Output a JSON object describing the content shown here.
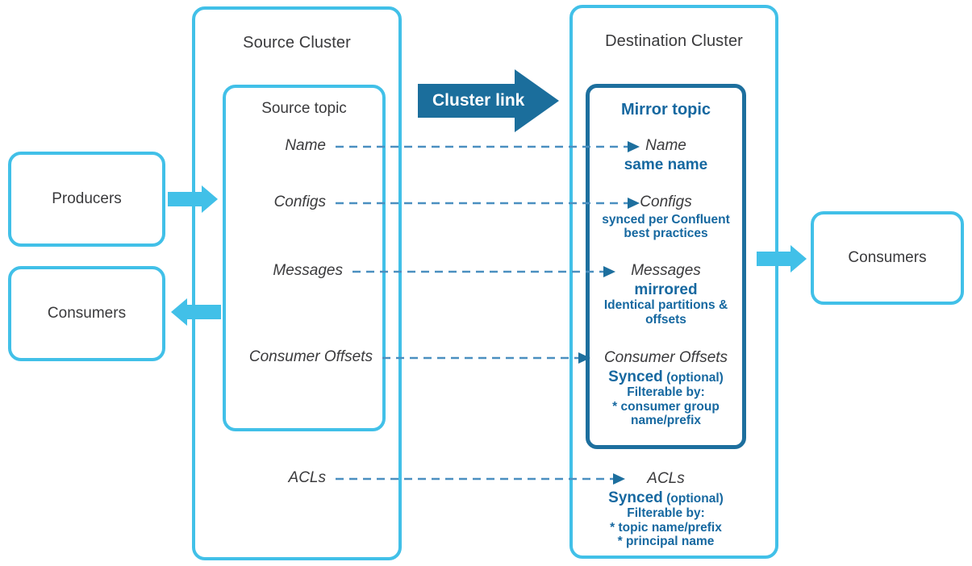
{
  "diagram": {
    "title_source_cluster": "Source Cluster",
    "title_destination_cluster": "Destination Cluster",
    "title_source_topic": "Source topic",
    "title_mirror_topic": "Mirror topic",
    "cluster_link_label": "Cluster link",
    "colors": {
      "light_blue": "#41c0e8",
      "dark_blue": "#1d6f9e",
      "text_blue": "#1668a0",
      "arrow_blue": "#41c0e8",
      "link_arrow": "#1b6e9c",
      "dash_blue": "#3a8bbf",
      "body_text": "#3a3a3c"
    }
  },
  "endpoints": {
    "producers_left": "Producers",
    "consumers_left": "Consumers",
    "consumers_right": "Consumers"
  },
  "source_attributes": [
    {
      "label": "Name"
    },
    {
      "label": "Configs"
    },
    {
      "label": "Messages"
    },
    {
      "label": "Consumer Offsets"
    },
    {
      "label": "ACLs"
    }
  ],
  "destination_attributes": [
    {
      "label": "Name",
      "notes": [
        {
          "text": "same name",
          "style": "big"
        }
      ]
    },
    {
      "label": "Configs",
      "notes": [
        {
          "text": "synced per Confluent",
          "style": "small"
        },
        {
          "text": "best practices",
          "style": "small"
        }
      ]
    },
    {
      "label": "Messages",
      "notes": [
        {
          "text": "mirrored",
          "style": "big"
        },
        {
          "text": "Identical partitions &",
          "style": "small"
        },
        {
          "text": "offsets",
          "style": "small"
        }
      ]
    },
    {
      "label": "Consumer Offsets",
      "notes": [
        {
          "text": "Synced (optional)",
          "style": "big-mixed",
          "bold_part": "Synced",
          "small_part": "(optional)"
        },
        {
          "text": "Filterable by:",
          "style": "small"
        },
        {
          "text": "* consumer group",
          "style": "small"
        },
        {
          "text": "name/prefix",
          "style": "small"
        }
      ]
    },
    {
      "label": "ACLs",
      "notes": [
        {
          "text": "Synced (optional)",
          "style": "big-mixed",
          "bold_part": "Synced",
          "small_part": "(optional)"
        },
        {
          "text": "Filterable by:",
          "style": "small"
        },
        {
          "text": "* topic name/prefix",
          "style": "small"
        },
        {
          "text": "* principal name",
          "style": "small"
        }
      ]
    }
  ]
}
